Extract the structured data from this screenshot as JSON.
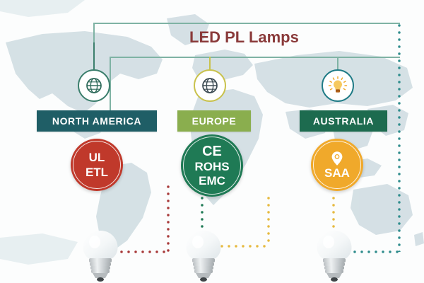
{
  "title": {
    "text": "LED PL Lamps",
    "color": "#8a3a3a"
  },
  "theme": {
    "background": "#fcfdfd",
    "map_land": "#cfdbe0",
    "map_land_light": "#dde7ea",
    "bracket_line": "#7fb3a4",
    "dot_red": "#a83a3a",
    "dot_green": "#1f7a55",
    "dot_amber": "#e6b93f",
    "dot_teal": "#2f8d8d"
  },
  "regions": [
    {
      "key": "north-america",
      "pin": {
        "icon": "globe-icon",
        "border_color": "#3c7f6d",
        "icon_color": "#2f6b5b",
        "fill": "#ffffff"
      },
      "banner": {
        "label": "NORTH AMERICA",
        "background": "#1f5e66",
        "text_color": "#ffffff"
      },
      "certificate": {
        "lines": [
          "UL",
          "ETL"
        ],
        "background": "#c0392b",
        "text_color": "#ffffff",
        "icon": ""
      },
      "connector_color": "#a83a3a",
      "bulb": {
        "icon": "led-bulb-icon"
      }
    },
    {
      "key": "europe",
      "pin": {
        "icon": "globe-icon",
        "border_color": "#c9c24d",
        "icon_color": "#3b4a52",
        "fill": "#ffffff"
      },
      "banner": {
        "label": "EUROPE",
        "background": "#8aae4e",
        "text_color": "#ffffff"
      },
      "certificate": {
        "lines": [
          "CE",
          "ROHS",
          "EMC"
        ],
        "background": "#1f7a55",
        "text_color": "#ffffff",
        "icon": ""
      },
      "connector_color": "#1f7a55",
      "bulb": {
        "icon": "led-bulb-icon"
      }
    },
    {
      "key": "australia",
      "pin": {
        "icon": "light-bulb-rays-icon",
        "border_color": "#1f7b86",
        "icon_color": "#f0a92b",
        "fill": "#ffffff"
      },
      "banner": {
        "label": "AUSTRALIA",
        "background": "#1d6b4f",
        "text_color": "#ffffff"
      },
      "certificate": {
        "lines": [
          "SAA"
        ],
        "background": "#f0a92b",
        "text_color": "#ffffff",
        "icon": "location-pin-icon"
      },
      "connector_color": "#e6b93f",
      "bulb": {
        "icon": "led-bulb-icon"
      }
    }
  ]
}
